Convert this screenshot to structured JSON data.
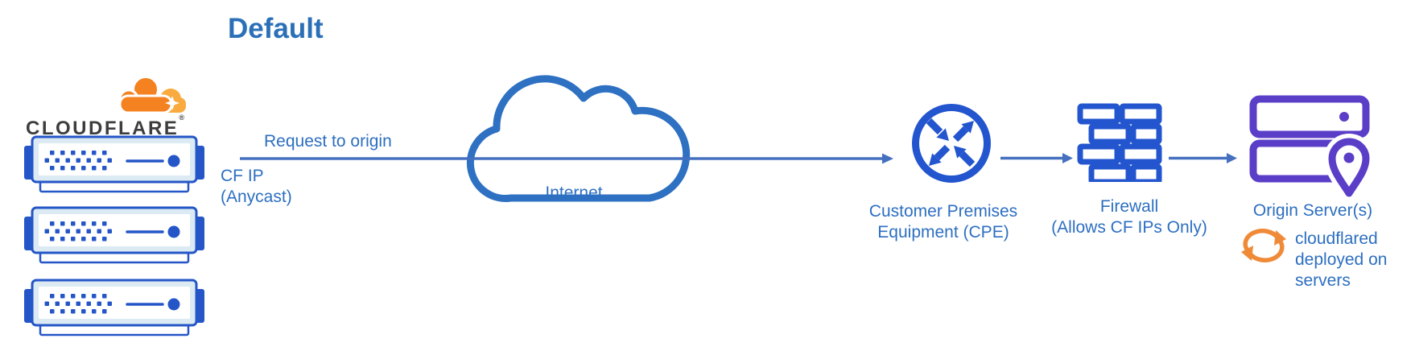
{
  "title": "Default",
  "cloudflare": {
    "wordmark": "CLOUDFLARE",
    "trademark": "®"
  },
  "edge": {
    "request_label": "Request to origin",
    "cf_ip_line1": "CF IP",
    "cf_ip_line2": "(Anycast)"
  },
  "internet": {
    "label": "Internet"
  },
  "cpe": {
    "label_line1": "Customer Premises",
    "label_line2": "Equipment (CPE)"
  },
  "firewall": {
    "label_line1": "Firewall",
    "label_line2": "(Allows CF IPs Only)"
  },
  "origin": {
    "label": "Origin Server(s)",
    "note_line1": "cloudflared",
    "note_line2": "deployed on",
    "note_line3": "servers"
  },
  "colors": {
    "label_blue": "#2d6fc1",
    "title_blue": "#2b70b7",
    "icon_blue": "#2355cf",
    "server_blue": "#2456c7",
    "server_fill": "#dcebf3",
    "cloud_outline_blue": "#2e70c2",
    "arrow_blue": "#4470bf",
    "origin_purple": "#5b3ec8",
    "sync_orange": "#ef8b38",
    "cloudflare_orange": "#f58220",
    "cloudflare_orange_light": "#f9ab40",
    "wordmark_dark": "#3d3d3e"
  }
}
